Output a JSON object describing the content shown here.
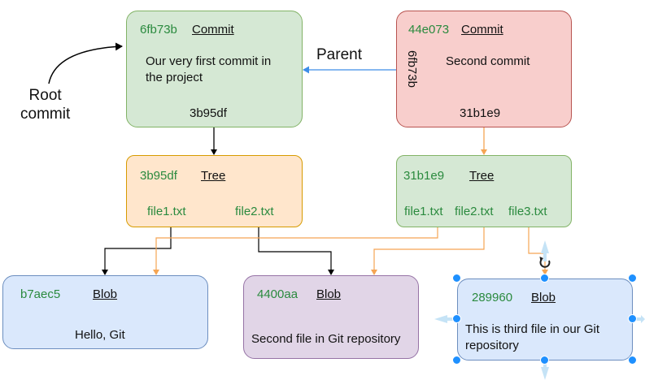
{
  "colors": {
    "commit_first_fill": "#d5e8d4",
    "commit_first_stroke": "#82b366",
    "commit_second_fill": "#f8cecc",
    "commit_second_stroke": "#b85450",
    "tree_first_fill": "#ffe6cc",
    "tree_first_stroke": "#d79b00",
    "tree_second_fill": "#d5e8d4",
    "tree_second_stroke": "#82b366",
    "blob_blue_fill": "#dae8fc",
    "blob_blue_stroke": "#6c8ebf",
    "blob_purple_fill": "#e1d5e7",
    "blob_purple_stroke": "#9673a6",
    "hash_text": "#2a8a3e",
    "parent_arrow": "#3d8ee8",
    "tree_link_orange": "#f5a553",
    "black_link": "#000000",
    "selection_handle": "#1e90ff"
  },
  "commit1": {
    "hash": "6fb73b",
    "kind": "Commit",
    "message": "Our very first commit in the project",
    "tree_ref": "3b95df"
  },
  "commit2": {
    "hash": "44e073",
    "kind": "Commit",
    "message": "Second commit",
    "tree_ref": "31b1e9",
    "parent_ref": "6fb73b"
  },
  "tree1": {
    "hash": "3b95df",
    "kind": "Tree",
    "files": [
      "file1.txt",
      "file2.txt"
    ]
  },
  "tree2": {
    "hash": "31b1e9",
    "kind": "Tree",
    "files": [
      "file1.txt",
      "file2.txt",
      "file3.txt"
    ]
  },
  "blob1": {
    "hash": "b7aec5",
    "kind": "Blob",
    "content": "Hello, Git"
  },
  "blob2": {
    "hash": "4400aa",
    "kind": "Blob",
    "content": "Second file in Git repository"
  },
  "blob3": {
    "hash": "289960",
    "kind": "Blob",
    "content": "This is third file in our Git repository"
  },
  "labels": {
    "parent": "Parent",
    "root_commit_line1": "Root",
    "root_commit_line2": "commit"
  },
  "selection": {
    "selected_node": "blob3",
    "icons": [
      "rotate-icon",
      "move-icon",
      "resize-handle"
    ]
  }
}
